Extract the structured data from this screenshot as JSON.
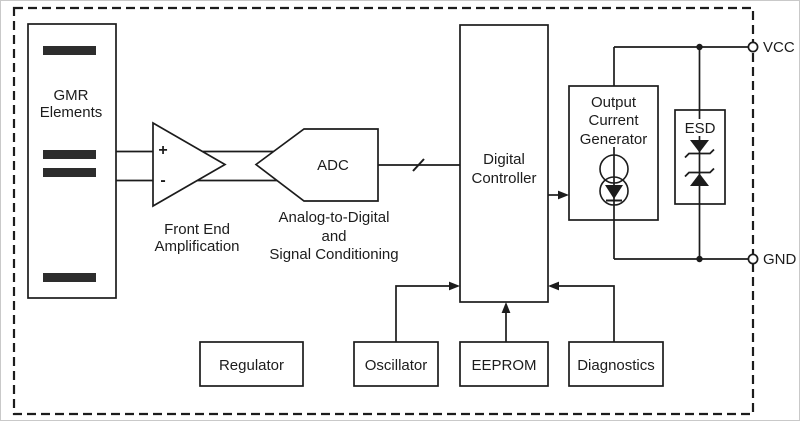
{
  "blocks": {
    "gmr": {
      "line1": "GMR",
      "line2": "Elements"
    },
    "front_end": {
      "line1": "Front End",
      "line2": "Amplification"
    },
    "amplifier": {
      "plus": "+",
      "minus": "-"
    },
    "adc": {
      "label": "ADC",
      "caption1": "Analog-to-Digital",
      "caption2": "and",
      "caption3": "Signal Conditioning"
    },
    "digital_controller": {
      "line1": "Digital",
      "line2": "Controller"
    },
    "output_current_generator": {
      "line1": "Output",
      "line2": "Current",
      "line3": "Generator"
    },
    "esd": {
      "label": "ESD"
    },
    "regulator": {
      "label": "Regulator"
    },
    "oscillator": {
      "label": "Oscillator"
    },
    "eeprom": {
      "label": "EEPROM"
    },
    "diagnostics": {
      "label": "Diagnostics"
    }
  },
  "terminals": {
    "vcc": "VCC",
    "gnd": "GND"
  },
  "colors": {
    "line": "#1c1c1c",
    "fill": "#ffffff",
    "bar": "#2d2d2d"
  }
}
